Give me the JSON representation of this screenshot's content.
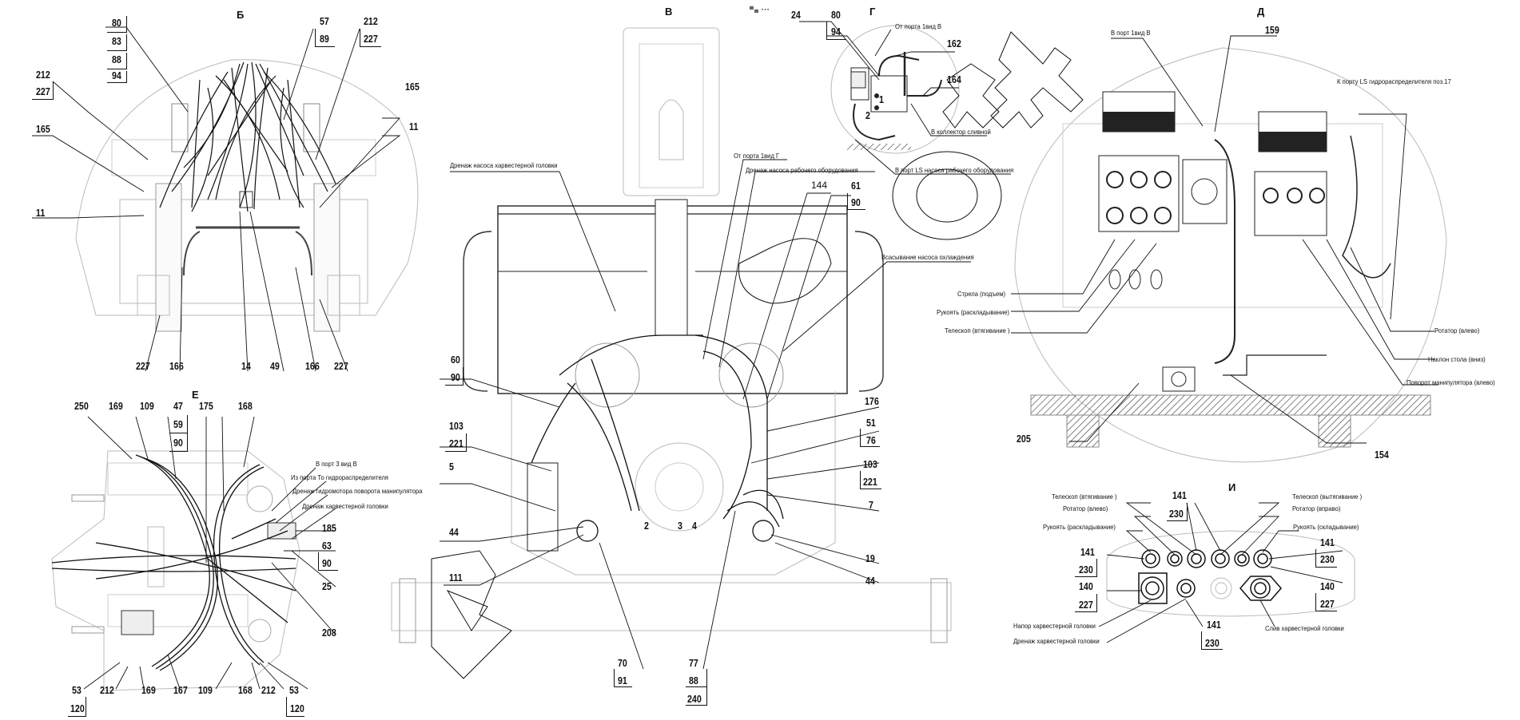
{
  "sections": {
    "B": "Б",
    "V": "В",
    "G": "Г",
    "D": "Д",
    "E": "Е",
    "I": "И"
  },
  "header_mark": "▀▄ ▪▪▪",
  "view_B": {
    "callouts": {
      "stack_left": [
        "80",
        "83",
        "88",
        "94"
      ],
      "stack_57": [
        "57",
        "89"
      ],
      "stack_212_right": [
        "212",
        "227"
      ],
      "stack_212_left": [
        "212",
        "227"
      ],
      "c165_left": "165",
      "c165_right": "165",
      "c11_left": "11",
      "c11_right": "11",
      "bottom": [
        "227",
        "166",
        "14",
        "49",
        "166",
        "227"
      ]
    }
  },
  "view_E": {
    "callouts": {
      "top": [
        "250",
        "169",
        "109"
      ],
      "stack_47": [
        "47",
        "59",
        "90"
      ],
      "c175": "175",
      "c168_top": "168",
      "c185": "185",
      "stack_63": [
        "63",
        "90"
      ],
      "c25": "25",
      "c208": "208",
      "bottom": [
        "53",
        "212",
        "169",
        "167",
        "109",
        "168",
        "212",
        "53"
      ],
      "bottom_120_left": "120",
      "bottom_120_right": "120"
    },
    "notes": [
      "В порт 3 вид В",
      "Из порта То гидрораспределителя",
      "Дренаж гидромотора поворота манипулятора",
      "Дренаж харвестерной головки"
    ]
  },
  "view_V": {
    "notes": {
      "drain_harvester_pump": "Дренаж насоса харвестерной головки",
      "from_port_1_G": "От порта 1вид Г",
      "drain_work_pump": "Дренаж насоса рабочего оборудования",
      "suction_cooling_pump": "Всасывание насоса охлаждения"
    },
    "callouts": {
      "c144": "144",
      "stack_61": [
        "61",
        "90"
      ],
      "stack_60": [
        "60",
        "90"
      ],
      "stack_103_left": [
        "103",
        "221"
      ],
      "c5": "5",
      "c44_left": "44",
      "c111": "111",
      "stack_70": [
        "70",
        "91"
      ],
      "stack_77": [
        "77",
        "88",
        "240"
      ],
      "c176": "176",
      "stack_51": [
        "51",
        "76"
      ],
      "stack_103_right": [
        "103",
        "221"
      ],
      "c7": "7",
      "c19": "19",
      "c44_right": "44",
      "ports": [
        "2",
        "3",
        "4"
      ]
    }
  },
  "view_G": {
    "callouts": {
      "c24": "24",
      "stack_80": [
        "80",
        "94"
      ],
      "c162": "162",
      "c164": "164",
      "port1": "1",
      "port2": "2"
    },
    "notes": {
      "from_port_1_V": "От порта 1вид В",
      "to_drain_collector": "В коллектор сливной",
      "to_ls_port": "В порт LS насоса рабочего оборудования"
    }
  },
  "view_D": {
    "callouts": {
      "c159": "159",
      "c205": "205",
      "c154": "154"
    },
    "notes": {
      "to_port_1_V": "В порт 1вид В",
      "to_ls_port_17": "К порту LS гидрораспределителя поз.17",
      "boom_up": "Стрела (подъем)",
      "arm_unfold": "Рукоять (раскладывание)",
      "telescope_in": "Телескоп (втягивание )",
      "rotator_left": "Ротатор (влево)",
      "table_tilt_down": "Наклон стола (вниз)",
      "crane_slew_left": "Поворот манипулятора (влево)"
    }
  },
  "view_I": {
    "notes": {
      "telescope_in": "Телескоп (втягивание )",
      "rotator_left": "Ротатор (влево)",
      "arm_unfold": "Рукоять (раскладывание)",
      "telescope_out": "Телескоп (вытягивание )",
      "rotator_right": "Ротатор (вправо)",
      "arm_fold": "Рукоять (складывание)",
      "harvester_pressure": "Напор харвестерной головки",
      "harvester_drain": "Дренаж харвестерной головки",
      "harvester_return": "Слив харвестерной головки"
    },
    "callouts": {
      "stack_top": [
        "141",
        "230"
      ],
      "stack_left": [
        "141",
        "230"
      ],
      "stack_left2": [
        "140",
        "227"
      ],
      "stack_right": [
        "141",
        "230"
      ],
      "stack_right2": [
        "140",
        "227"
      ],
      "stack_bottom": [
        "141",
        "230"
      ]
    }
  }
}
